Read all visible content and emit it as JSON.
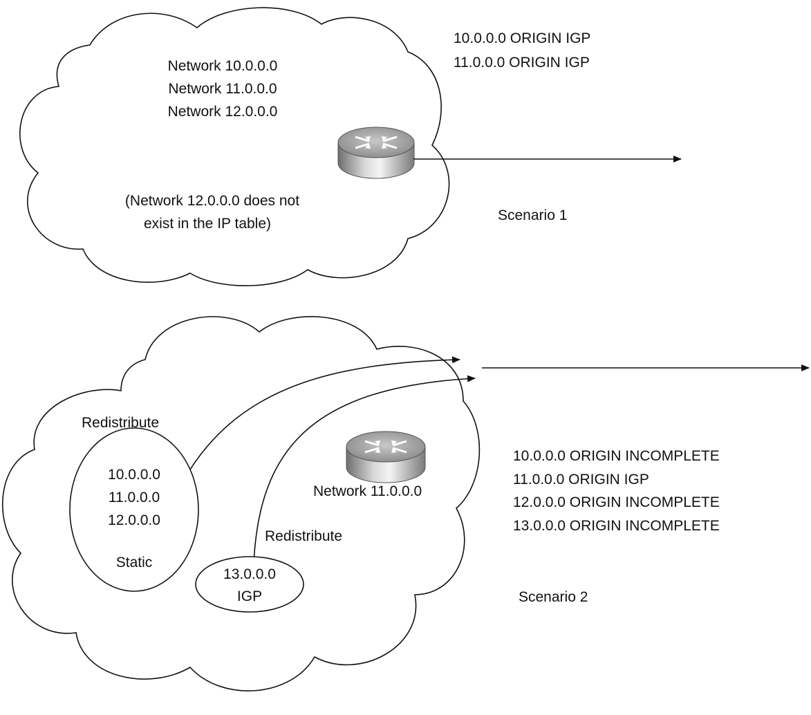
{
  "scenario1": {
    "cloud_lines": [
      "Network 10.0.0.0",
      "Network 11.0.0.0",
      "Network 12.0.0.0"
    ],
    "note_lines": [
      "(Network 12.0.0.0 does not",
      "exist in the IP table)"
    ],
    "advertised": [
      "10.0.0.0 ORIGIN IGP",
      "11.0.0.0 ORIGIN IGP"
    ],
    "label": "Scenario 1",
    "router_icon": "router-icon"
  },
  "scenario2": {
    "redistribute_label_1": "Redistribute",
    "static_routes": [
      "10.0.0.0",
      "11.0.0.0",
      "12.0.0.0"
    ],
    "static_label": "Static",
    "redistribute_label_2": "Redistribute",
    "igp_route": "13.0.0.0",
    "igp_label": "IGP",
    "network_label": "Network 11.0.0.0",
    "advertised": [
      "10.0.0.0 ORIGIN INCOMPLETE",
      "11.0.0.0 ORIGIN IGP",
      "12.0.0.0 ORIGIN INCOMPLETE",
      "13.0.0.0 ORIGIN INCOMPLETE"
    ],
    "label": "Scenario 2",
    "router_icon": "router-icon"
  },
  "colors": {
    "stroke": "#111111",
    "background": "#ffffff",
    "router_body": "#a9a9a9"
  }
}
